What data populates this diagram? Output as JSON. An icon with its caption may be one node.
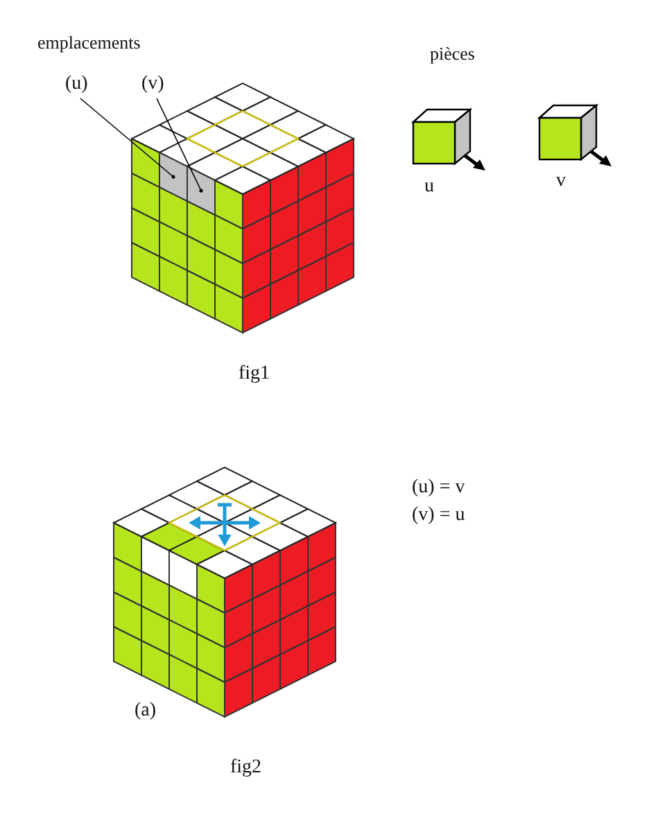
{
  "diagram": {
    "nodes": [
      {
        "text": [
          "(u)"
        ]
      },
      {
        "text": [
          "(v)"
        ]
      },
      {
        "text": [],
        "shape": "box"
      },
      {
        "text": [],
        "shape": "box"
      }
    ],
    "edges": [
      {
        "from": 0,
        "to": 2,
        "arrow": "other"
      },
      {
        "from": 1,
        "to": 3,
        "arrow": "other"
      }
    ],
    "labels": [
      "emplacements",
      "pièces",
      "u",
      "v",
      "fig1",
      "(u) = v",
      "(v) = u",
      "(a)",
      "fig2"
    ]
  }
}
